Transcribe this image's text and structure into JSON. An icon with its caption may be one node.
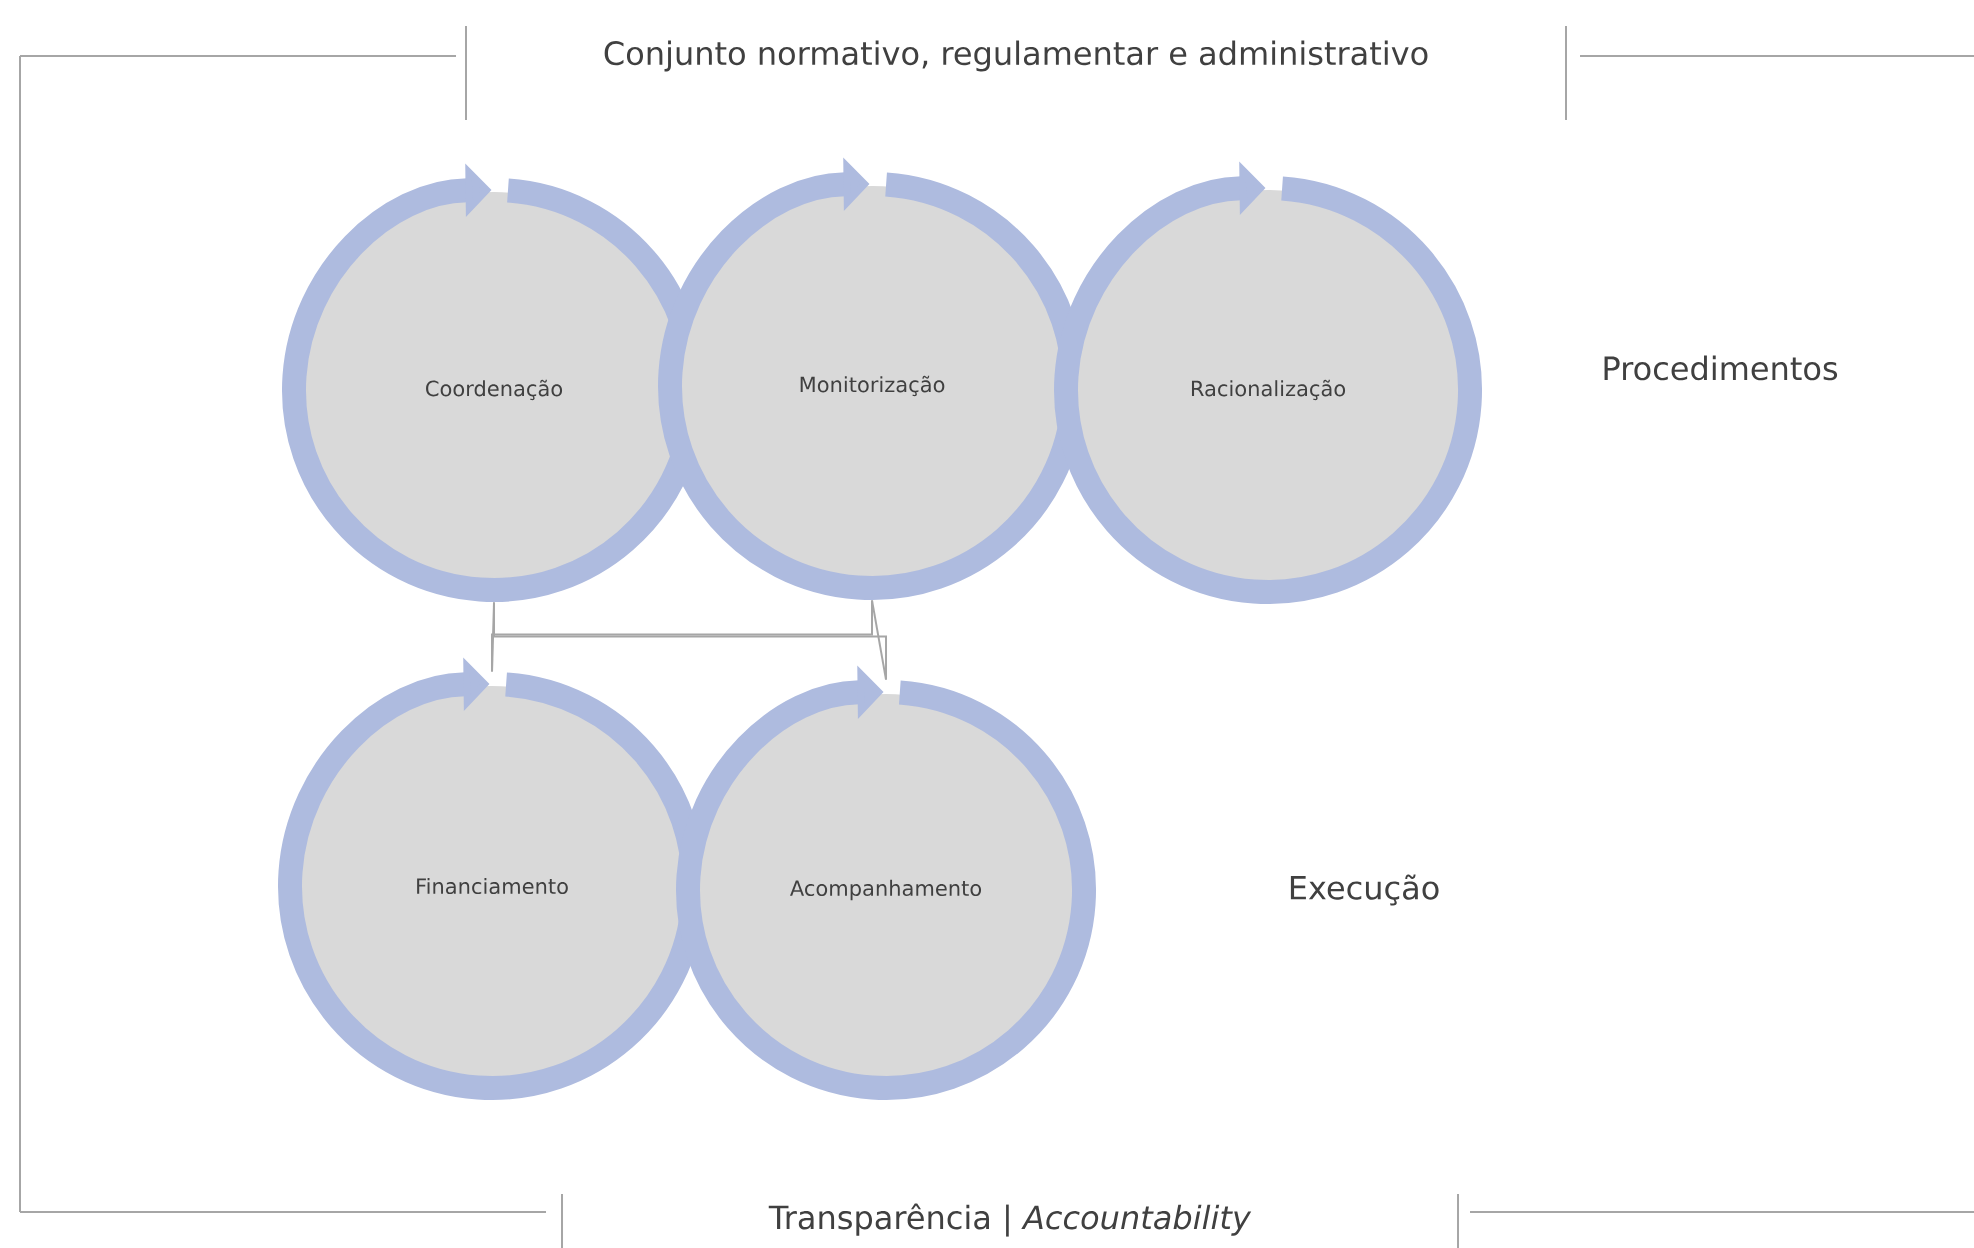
{
  "diagram": {
    "title": "Conjunto normativo, regulamentar e administrativo",
    "caption": "Transparência | *Accountability*",
    "nodes": [
      {
        "text": [
          "Coordenação"
        ]
      },
      {
        "text": [
          "Monitorização"
        ]
      },
      {
        "text": [
          "Racionalização"
        ]
      },
      {
        "text": [
          "Financiamento"
        ]
      },
      {
        "text": [
          "Acompanhamento"
        ]
      }
    ],
    "edges": [
      {
        "from": 0,
        "to": 3,
        "arrow": "none"
      },
      {
        "from": 0,
        "to": 4,
        "arrow": "none"
      },
      {
        "from": 1,
        "to": 3,
        "arrow": "none"
      },
      {
        "from": 1,
        "to": 4,
        "arrow": "none"
      }
    ],
    "labels": [
      "Procedimentos",
      "Execução"
    ]
  }
}
